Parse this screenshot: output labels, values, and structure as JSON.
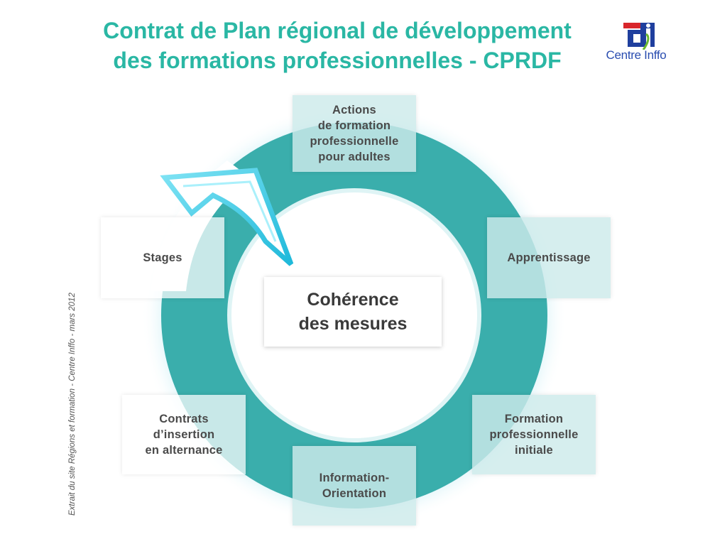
{
  "title": {
    "line1": "Contrat de Plan régional de développement",
    "line2": "des formations professionnelles - CPRDF"
  },
  "logo": {
    "text": "Centre Inffo",
    "brand_color": "#2a4db0"
  },
  "center": {
    "label": "Cohérence\ndes mesures"
  },
  "items": [
    {
      "label": "Actions\nde formation\nprofessionnelle\npour adultes"
    },
    {
      "label": "Apprentissage"
    },
    {
      "label": "Formation\nprofessionnelle\ninitiale"
    },
    {
      "label": "Information-\nOrientation"
    },
    {
      "label": "Contrats\nd’insertion\nen alternance"
    },
    {
      "label": "Stages"
    }
  ],
  "source_note": "Extrait du site Régions et formation - Centre Inffo - mars 2012",
  "colors": {
    "title": "#2ab7a4",
    "ring": "#3aaeac",
    "arrow": "#27c8e6",
    "text": "#4a4a4a"
  }
}
